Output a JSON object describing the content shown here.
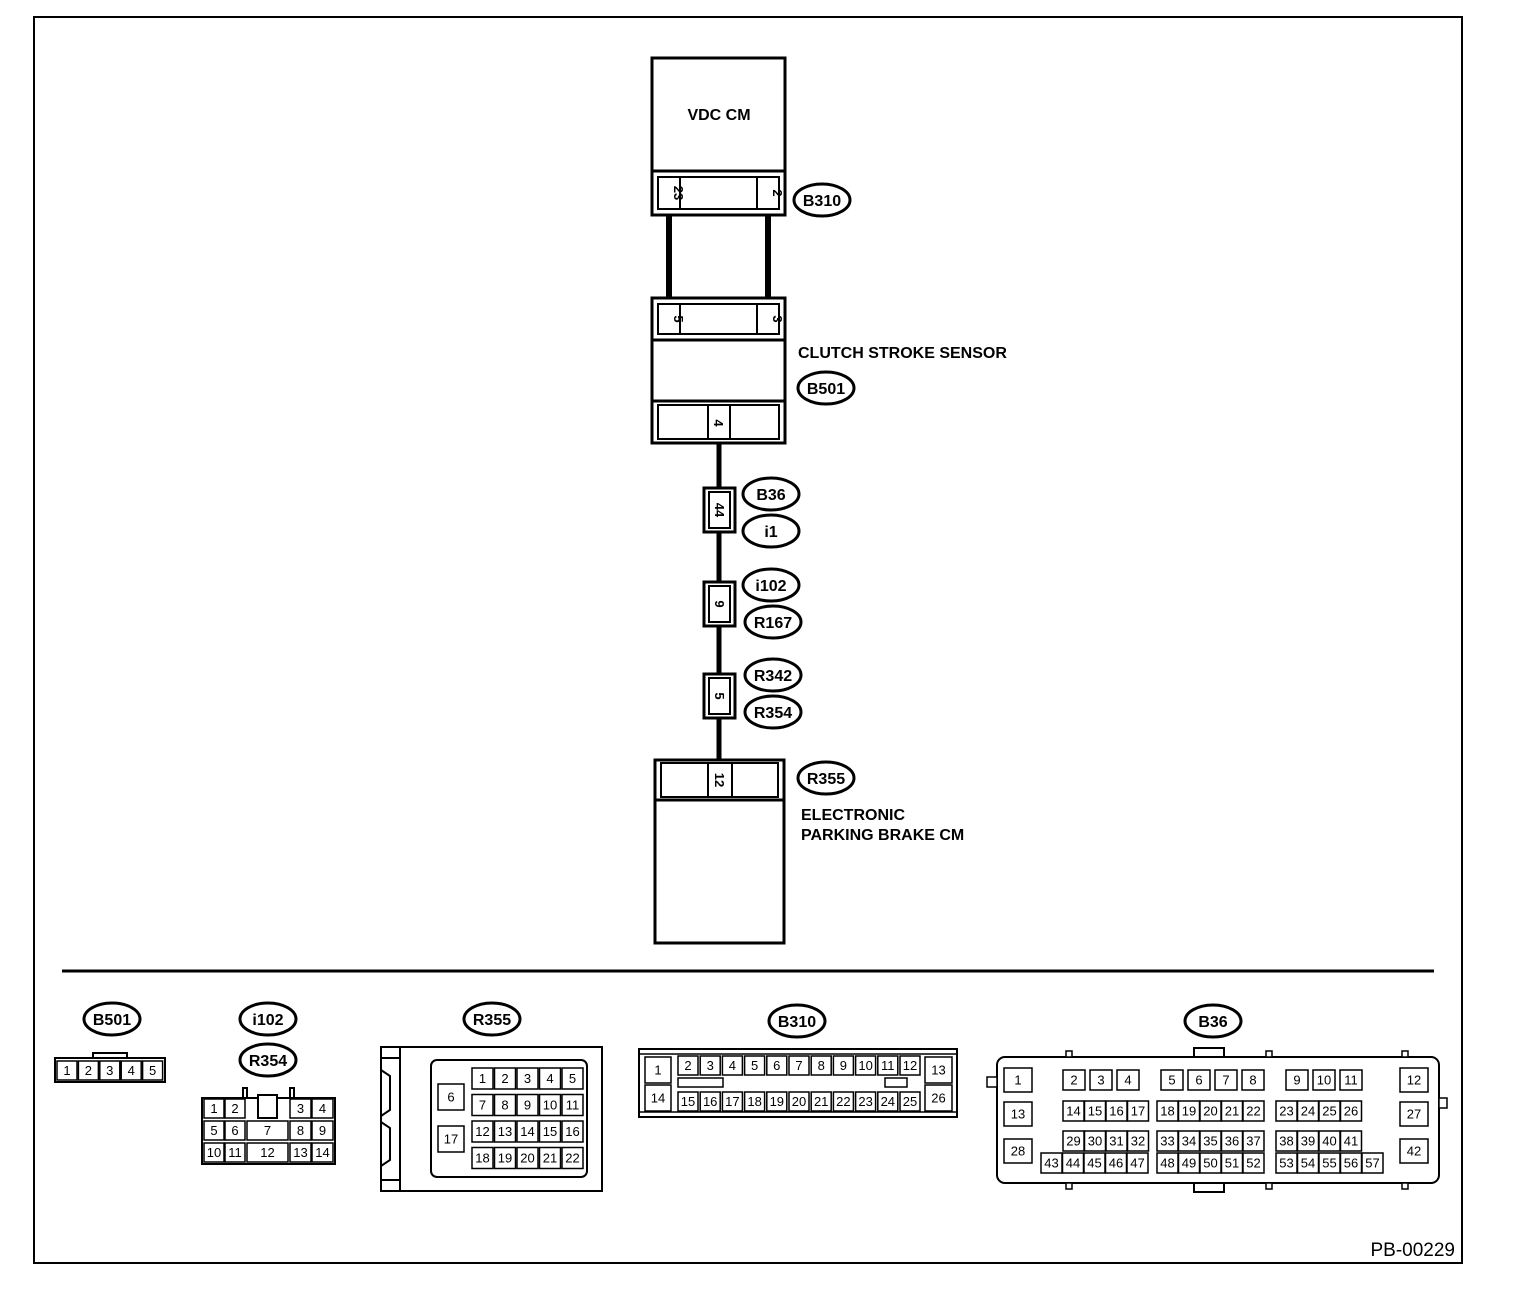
{
  "components": {
    "vdc_cm": "VDC CM",
    "clutch_stroke_sensor": "CLUTCH STROKE SENSOR",
    "epb_cm_line1": "ELECTRONIC",
    "epb_cm_line2": "PARKING BRAKE CM"
  },
  "connectors": {
    "b310": "B310",
    "b501": "B501",
    "b36": "B36",
    "i1": "i1",
    "i102": "i102",
    "r167": "R167",
    "r342": "R342",
    "r354": "R354",
    "r355": "R355"
  },
  "pins": {
    "b310_left": "23",
    "b310_right": "2",
    "b501_left": "5",
    "b501_right": "3",
    "b501_bottom": "4",
    "b36_i1": "44",
    "i102_r167": "9",
    "r342_r354": "5",
    "r355": "12"
  },
  "legend": {
    "b501_label": "B501",
    "b501_pins": [
      "1",
      "2",
      "3",
      "4",
      "5"
    ],
    "i102_label": "i102",
    "r354_label": "R354",
    "i102_row1": [
      "1",
      "2",
      "",
      "3",
      "4"
    ],
    "i102_row2": [
      "5",
      "6",
      "7",
      "8",
      "9"
    ],
    "i102_row3": [
      "10",
      "11",
      "12",
      "13",
      "14"
    ],
    "r355_label": "R355",
    "r355_side": [
      "6",
      "17"
    ],
    "r355_rows": [
      [
        "1",
        "2",
        "3",
        "4",
        "5"
      ],
      [
        "7",
        "8",
        "9",
        "10",
        "11"
      ],
      [
        "12",
        "13",
        "14",
        "15",
        "16"
      ],
      [
        "18",
        "19",
        "20",
        "21",
        "22"
      ]
    ],
    "b310_label": "B310",
    "b310_left": [
      "1",
      "14"
    ],
    "b310_top": [
      "2",
      "3",
      "4",
      "5",
      "6",
      "7",
      "8",
      "9",
      "10",
      "11",
      "12"
    ],
    "b310_bottom": [
      "15",
      "16",
      "17",
      "18",
      "19",
      "20",
      "21",
      "22",
      "23",
      "24",
      "25"
    ],
    "b310_right": [
      "13",
      "26"
    ],
    "b36_label": "B36",
    "b36_left": [
      "1",
      "13",
      "28"
    ],
    "b36_right": [
      "12",
      "27",
      "42"
    ],
    "b36_r1": [
      [
        "2",
        "3",
        "4"
      ],
      [
        "5",
        "6",
        "7",
        "8"
      ],
      [
        "9",
        "10",
        "11"
      ]
    ],
    "b36_r2": [
      [
        "14",
        "15",
        "16",
        "17"
      ],
      [
        "18",
        "19",
        "20",
        "21",
        "22"
      ],
      [
        "23",
        "24",
        "25",
        "26"
      ]
    ],
    "b36_r3": [
      [
        "29",
        "30",
        "31",
        "32"
      ],
      [
        "33",
        "34",
        "35",
        "36",
        "37"
      ],
      [
        "38",
        "39",
        "40",
        "41"
      ]
    ],
    "b36_r4": [
      [
        "43",
        "44",
        "45",
        "46",
        "47"
      ],
      [
        "48",
        "49",
        "50",
        "51",
        "52"
      ],
      [
        "53",
        "54",
        "55",
        "56",
        "57"
      ]
    ]
  },
  "figure_code": "PB-00229"
}
